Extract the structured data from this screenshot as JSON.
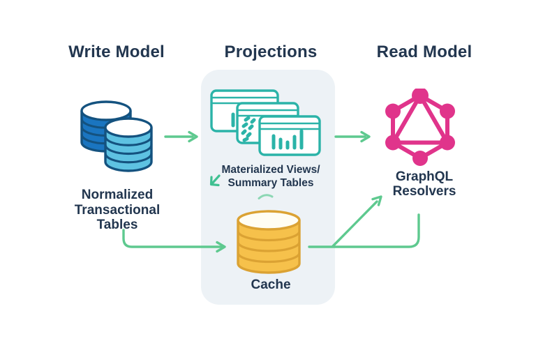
{
  "columns": {
    "write": {
      "title": "Write Model",
      "caption_lines": [
        "Normalized",
        "Transactional",
        "Tables"
      ]
    },
    "projections": {
      "title": "Projections",
      "views_caption_lines": [
        "Materialized Views/",
        "Summary Tables"
      ],
      "cache_caption": "Cache"
    },
    "read": {
      "title": "Read Model",
      "caption_lines": [
        "GraphQL",
        "Resolvers"
      ]
    }
  },
  "icons": {
    "write": "database-stack-icon",
    "projections": "materialized-views-cards-icon",
    "cache": "cache-database-icon",
    "read": "graphql-logo-icon",
    "views_glyph": "arrow-down-left-icon"
  },
  "colors": {
    "text_navy": "#22364f",
    "arrow_green": "#5ec98f",
    "glyph_green": "#3fc091",
    "teal": "#2bb3a8",
    "blue_dark": "#1a75c0",
    "blue_light": "#5ec2e2",
    "blue_stroke": "#14527f",
    "gold_fill": "#f6c14b",
    "gold_stroke": "#dba233",
    "pink": "#e0348b",
    "panel_bg": "#edf2f6"
  }
}
